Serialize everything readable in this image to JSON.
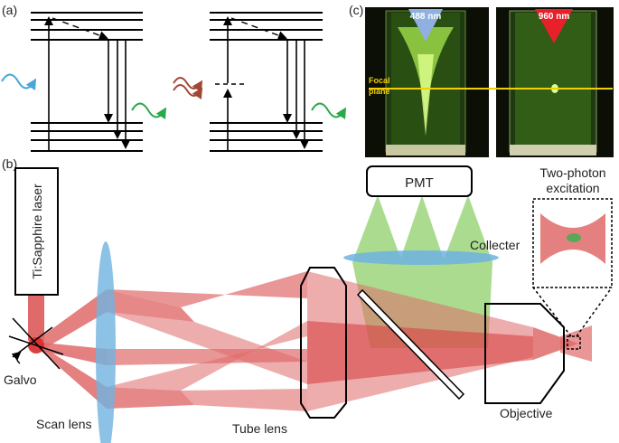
{
  "panel_labels": {
    "a": "(a)",
    "b": "(b)",
    "c": "(c)"
  },
  "laser": {
    "label": "Ti:Sapphire laser"
  },
  "galvo": {
    "label": "Galvo"
  },
  "scan_lens": {
    "label": "Scan lens"
  },
  "tube_lens": {
    "label": "Tube lens"
  },
  "pmt": {
    "label": "PMT"
  },
  "collector": {
    "label": "Collecter"
  },
  "objective": {
    "label": "Objective"
  },
  "inset": {
    "title_line1": "Two-photon",
    "title_line2": "excitation"
  },
  "photos": {
    "left": {
      "wavelength": "488 nm",
      "focal_line1": "Focal",
      "focal_line2": "plane"
    },
    "right": {
      "wavelength": "960 nm"
    }
  },
  "colors": {
    "beam_red": "#e06a6a",
    "beam_dark_red": "#d94545",
    "green_light": "#9bd46a",
    "lens_blue": "#6fb3e0",
    "photon_blue": "#4aa6d6",
    "photon_brown": "#a04836",
    "photon_green": "#2aa84a",
    "focal_yellow": "#f2d000"
  }
}
